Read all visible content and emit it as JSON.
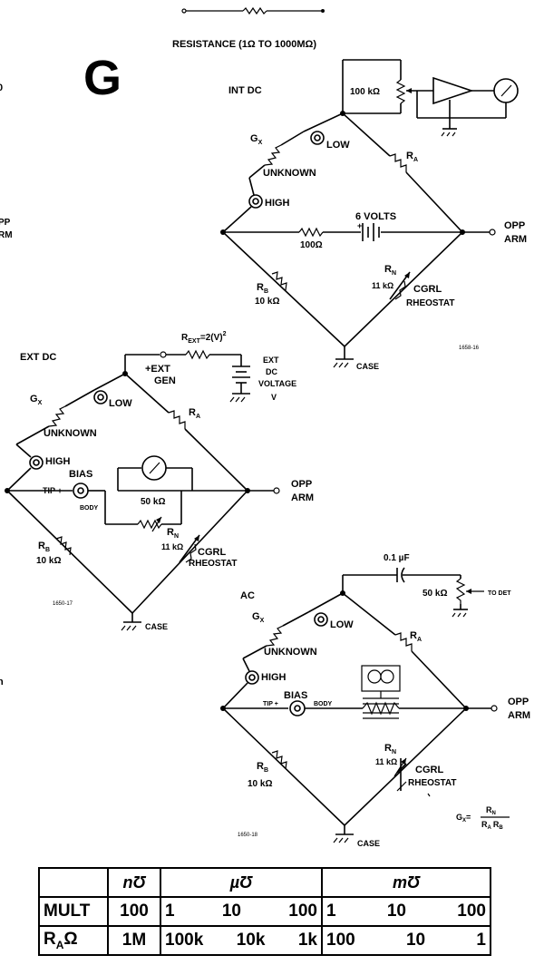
{
  "top_title": "RESISTANCE (1Ω TO 1000MΩ)",
  "big_letter": "G",
  "left_edge": {
    "a": "0",
    "b1": "PP",
    "b2": "RM",
    "c": "n"
  },
  "int_dc": {
    "label": "INT DC",
    "gx": "G",
    "gx_sub": "X",
    "low": "LOW",
    "unknown": "UNKNOWN",
    "high": "HIGH",
    "ra": "R",
    "ra_sub": "A",
    "r100k": "100 kΩ",
    "volts": "6 VOLTS",
    "plus": "+",
    "r100": "100Ω",
    "rb": "R",
    "rb_sub": "B",
    "rb_val": "10 kΩ",
    "rn": "R",
    "rn_sub": "N",
    "rn_val": "11 kΩ",
    "cgrl": "CGRL",
    "rheostat": "RHEOSTAT",
    "opp": "OPP",
    "arm": "ARM",
    "case": "CASE",
    "fig": "1658-16"
  },
  "ext_dc": {
    "label": "EXT DC",
    "rext": "R",
    "rext_sub": "EXT",
    "rext_eq": "=2(V)",
    "rext_sup": "2",
    "ext_gen1": "+EXT",
    "ext_gen2": "GEN",
    "ext1": "EXT",
    "ext2": "DC",
    "ext3": "VOLTAGE",
    "ext4": "V",
    "gx": "G",
    "gx_sub": "X",
    "low": "LOW",
    "ra": "R",
    "ra_sub": "A",
    "unknown": "UNKNOWN",
    "high": "HIGH",
    "bias": "BIAS",
    "tip": "TIP +",
    "body": "BODY",
    "r50k": "50 kΩ",
    "opp": "OPP",
    "arm": "ARM",
    "rn": "R",
    "rn_sub": "N",
    "rn_val": "11 kΩ",
    "cgrl": "CGRL",
    "rheostat": "RHEOSTAT",
    "rb": "R",
    "rb_sub": "B",
    "rb_val": "10 kΩ",
    "case": "CASE",
    "fig": "1650-17"
  },
  "ac": {
    "label": "AC",
    "cap": "0.1 µF",
    "r50k": "50 kΩ",
    "todet": "TO DET",
    "gx": "G",
    "gx_sub": "X",
    "low": "LOW",
    "ra": "R",
    "ra_sub": "A",
    "unknown": "UNKNOWN",
    "high": "HIGH",
    "bias": "BIAS",
    "tip": "TIP +",
    "body": "BODY",
    "opp": "OPP",
    "arm": "ARM",
    "rn": "R",
    "rn_sub": "N",
    "rn_val": "11 kΩ",
    "cgrl": "CGRL",
    "rheostat": "RHEOSTAT",
    "rb": "R",
    "rb_sub": "B",
    "rb_val": "10 kΩ",
    "case": "CASE",
    "fig": "1650-18",
    "formula_lhs": "G",
    "formula_lhs_sub": "X",
    "formula_num": "R",
    "formula_num_sub": "N",
    "formula_den_a": "R",
    "formula_den_a_sub": "A",
    "formula_den_b": "R",
    "formula_den_b_sub": "B"
  },
  "table": {
    "groups": [
      "nƱ",
      "µƱ",
      "mƱ"
    ],
    "rows": [
      {
        "label": "MULT",
        "n": "100",
        "u": [
          "1",
          "10",
          "100"
        ],
        "m": [
          "1",
          "10",
          "100"
        ]
      },
      {
        "label": "R",
        "label_sub": "A",
        "label_unit": "Ω",
        "n": "1M",
        "u": [
          "100k",
          "10k",
          "1k"
        ],
        "m": [
          "100",
          "10",
          "1"
        ]
      }
    ]
  }
}
